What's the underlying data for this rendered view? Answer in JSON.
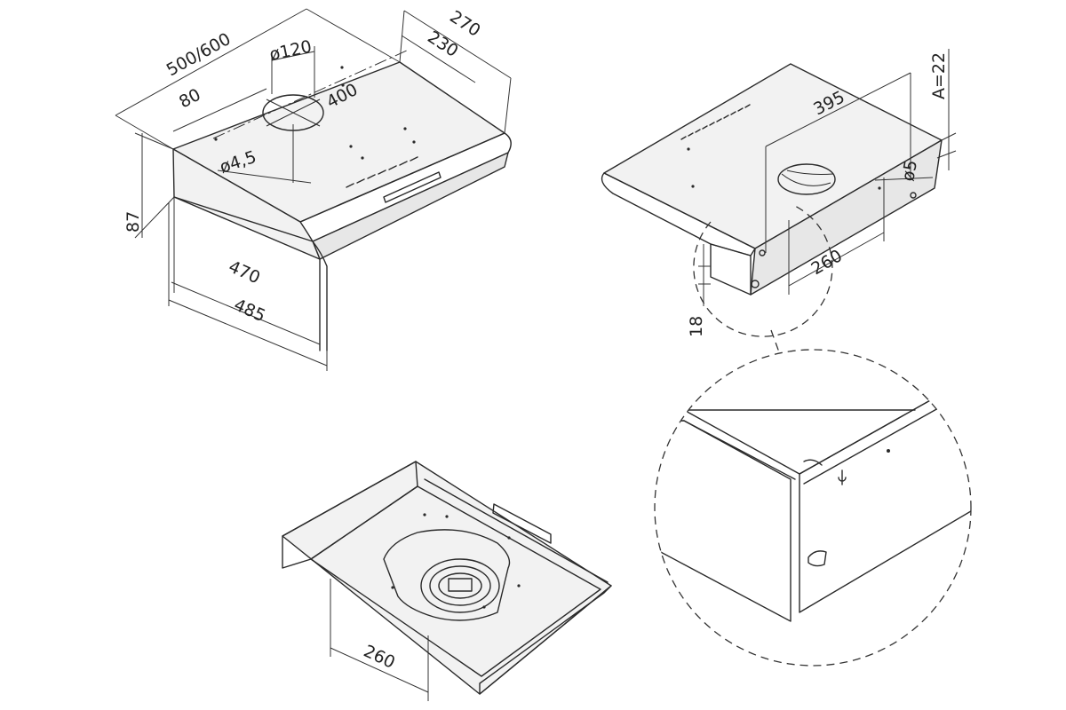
{
  "colors": {
    "line": "#2a2a2a",
    "background": "#ffffff"
  },
  "views": {
    "iso_top": {
      "dim_width": "500/600",
      "dim_depth_total": "270",
      "dim_depth_inner": "230",
      "dim_duct_diameter": "ø120",
      "dim_duct_offset": "80",
      "dim_duct_span": "400",
      "dim_hole_diameter": "ø4,5",
      "dim_height": "87",
      "dim_front_inner": "470",
      "dim_front_outer": "485"
    },
    "iso_back": {
      "dim_mount_span": "395",
      "dim_a": "A=22",
      "dim_hole": "ø5",
      "dim_center": "260",
      "dim_bottom": "18"
    },
    "iso_bottom": {
      "dim_center": "260"
    }
  }
}
